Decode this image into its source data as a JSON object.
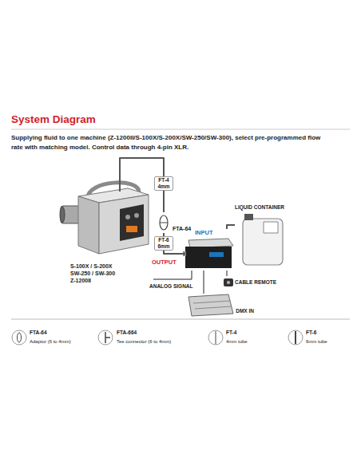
{
  "diagram": {
    "title": "System Diagram",
    "nodes": [
      {
        "text": [
          "S-100X / S-200X SW-250 / SW-300 Z-1200II"
        ]
      },
      {
        "text": [
          "FTA-64"
        ]
      },
      {
        "text": [
          "INPUT",
          "OUTPUT"
        ]
      },
      {
        "text": [
          "LIQUID CONTAINER"
        ]
      },
      {
        "text": [
          "CABLE REMOTE"
        ]
      },
      {
        "text": [
          "DMX IN"
        ]
      }
    ],
    "edges": [
      {
        "from": 2,
        "to": 1,
        "label": "FT-6 6mm",
        "arrow": "none"
      },
      {
        "from": 1,
        "to": 0,
        "label": "FT-4 4mm",
        "arrow": "none"
      },
      {
        "from": 3,
        "to": 2,
        "arrow": "none"
      },
      {
        "from": 0,
        "to": 2,
        "label": "ANALOG SIGNAL",
        "arrow": "none"
      },
      {
        "from": 4,
        "to": 2,
        "arrow": "none"
      },
      {
        "from": 5,
        "to": 2,
        "arrow": "none"
      }
    ],
    "labels": [
      "Supplying fluid to one machine (Z-1200II/S-100X/S-200X/SW-250/SW-300), select pre-programmed flow rate with matching model. Control data through 4-pin XLR.",
      "FTA-64",
      "Adaptor (6 to 4mm)",
      "FTA-664",
      "Tee connector (6 to 4mm)",
      "FT-4",
      "4mm tube",
      "FT-6",
      "6mm tube"
    ]
  }
}
